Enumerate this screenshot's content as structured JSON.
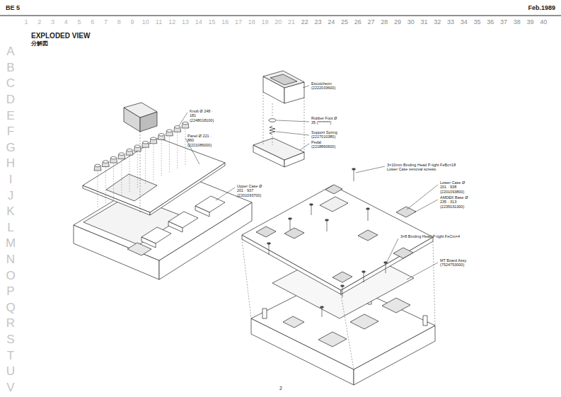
{
  "diagram": {
    "title": "EXPLODED VIEW",
    "labels": [
      "BE 5",
      "Feb.1989",
      "1",
      "2",
      "3",
      "4",
      "5",
      "6",
      "7",
      "8",
      "9",
      "10",
      "11",
      "12",
      "13",
      "14",
      "15",
      "16",
      "17",
      "18",
      "19",
      "20",
      "21",
      "22",
      "23",
      "24",
      "25",
      "26",
      "27",
      "28",
      "29",
      "30",
      "31",
      "32",
      "33",
      "34",
      "35",
      "36",
      "37",
      "38",
      "39",
      "40",
      "A",
      "B",
      "C",
      "D",
      "E",
      "F",
      "G",
      "H",
      "I",
      "J",
      "K",
      "L",
      "M",
      "N",
      "O",
      "P",
      "Q",
      "R",
      "S",
      "T",
      "U",
      "V",
      "分解図",
      "Knob Ø 248 · 181 (2248018100)",
      "Panel Ø 221 · 860 (2221086000)",
      "Upper Case Ø 201 · 937 (2201093700)",
      "Escutcheon (2222033600)",
      "Rubber Foot Ø 35 (********)",
      "Support Spring (2217010380)",
      "Pedal (2218860600)",
      "3×10mm Binding Head P-tight FeBc×18 Lower Case removal screws.",
      "Lower Case Ø 201 · 938 (2201093800)",
      "AMDEK Base Ø 235 · 313 (2235031300)",
      "3×8 Binding Head P-tight FeCm×4",
      "MT Board Assy (7524753000)",
      "2"
    ]
  }
}
